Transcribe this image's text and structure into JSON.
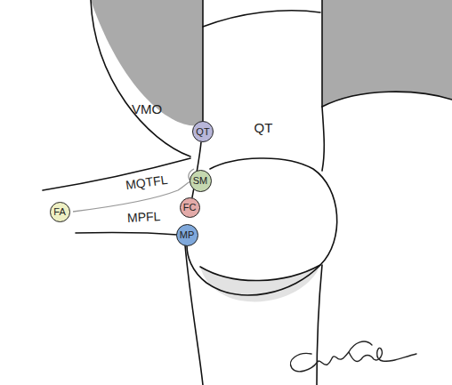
{
  "diagram": {
    "nodes": [
      {
        "text": [
          "QT"
        ]
      },
      {
        "text": [
          "SM"
        ]
      },
      {
        "text": [
          "FC"
        ]
      },
      {
        "text": [
          "MP"
        ]
      },
      {
        "text": [
          "FA"
        ]
      }
    ],
    "labels": [
      "VMO",
      "QT",
      "MQTFL",
      "MPFL"
    ]
  }
}
